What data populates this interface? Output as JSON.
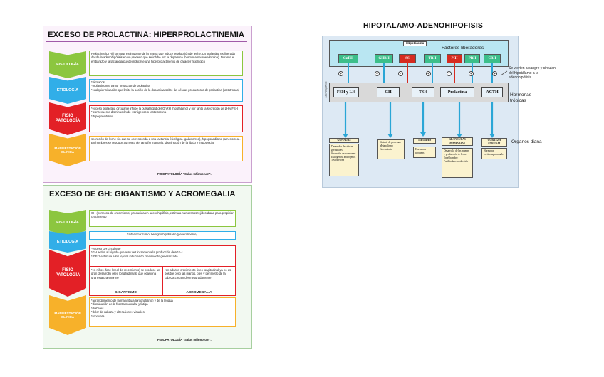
{
  "prolactina": {
    "title": "EXCESO DE PROLACTINA: HIPERPROLACTINEMIA",
    "rows": [
      {
        "label": "FISIOLOGÍA",
        "text": "Prolactina (LTH) hormona estimulante de la mama que induce producción de leche. La prolactina es liberada desde la adenohipófisis en un proceso que se inhibe por la dopamina (hormona neuroendocrina). Durante el embarazo y la lactancia puede inducirse una hiperprolactinemia de carácter fisiológico"
      },
      {
        "label": "ETIOLOGÍA",
        "text": "*fármacos\n*prolactinoma, tumor productor de prolactina\n*cualquier situación que limite la acción de la dopamina sobre las células productoras de prolactina (lactotropas)"
      },
      {
        "label": "FISIO\nPATOLOGÍA",
        "text": "*exceso prolactina circulante inhibe la pulsatilidad del GnRH (hipotálamo) y por tanto la secreción de LH y FSH\n* consecuente disminución de estrógenos o testosterona\n* hipogonadismo"
      },
      {
        "label": "MANIFESTACIÓN\nCLÍNICA",
        "text": "secreción de leche sin que se corresponda a una lactancia fisiológica (galactorrea), hipogonadismo (amenorrea).\nEn hombres se produce aumento del tamaño mamario, disminución de la libido e impotencia"
      }
    ],
    "footer": "FISIOPATOLOGÍA \"Salus Infirmorum\"."
  },
  "gh": {
    "title": "EXCESO  DE GH: GIGANTISMO Y ACROMEGALIA",
    "rows": [
      {
        "label": "FISIOLOGÍA",
        "text": "GH (hormona de crecimiento) producida en adenohipófisis, estimula numerosos tejidos diana para propiciar crecimiento"
      },
      {
        "label": "ETIOLOGÍA",
        "text": "*adenoma: tumor benigno hipofisario (generalmente)"
      },
      {
        "label": "FISIO\nPATOLOGÍA",
        "text": "*exceso GH circulante\n*GH activa al hígado que a su vez incrementa la producción de IGF-1\n*IGF-1 estimula a los tejidos induciendo crecimiento generalizado"
      },
      {
        "label": "MANIFESTACIÓN\nCLÍNICA",
        "text": "*agrandamiento de la mandíbula (prognatismo) y de la lengua\n*disminución de la fuerza muscular y fatiga\n*diabetes\n*dolor de cabeza y alteraciones visuales\n*ronquera"
      }
    ],
    "children": "*en niños (fase lineal de crecimiento) se produce un gran desarrollo óseo longitudinal lo que ocasiona una estatura enorme",
    "adults": "*en adultos crecimiento óseo longitudinal ya no es posible pero las manos, pies y perímetro de la cabeza crecen desmesuradamente",
    "gigantismo": "GIGANTISMO",
    "acromegalia": "ACROMEGALIA",
    "footer": "FISIOPATOLOGÍA \"Salus Infirmorum\"."
  },
  "diagram": {
    "title": "HIPOTALAMO-ADENOHIPOFISIS",
    "hipotalamo_label": "Hipotálamo",
    "factores_label": "Factores liberadores",
    "factors": [
      {
        "name": "GnRH",
        "color": "#3cbf8a"
      },
      {
        "name": "GHRH",
        "color": "#3cbf8a"
      },
      {
        "name": "SS",
        "color": "#d62b1f"
      },
      {
        "name": "TRH",
        "color": "#3cbf8a"
      },
      {
        "name": "PIH",
        "color": "#d62b1f"
      },
      {
        "name": "PRH",
        "color": "#3cbf8a"
      },
      {
        "name": "CRH",
        "color": "#3cbf8a"
      }
    ],
    "signs": [
      "+",
      "+",
      "-",
      "+",
      "-",
      "+",
      "+"
    ],
    "adenohipofisis_label": "adenohipófisis",
    "side_note": "Se vierten a sangre y circulan del hipotálamo a la adenohipófisis",
    "hormones": [
      "FSH y LH",
      "GH",
      "TSH",
      "Prolactina",
      "ACTH"
    ],
    "hormonas_label": "Hormonas\ntrópicas",
    "organos_label": "Órganos diana",
    "targets": [
      {
        "name": "GONADAS",
        "text": "Desarrollo de células germinales\nSecreción de hormonas:\nEstrógenos, andrógenos\nTestosterona"
      },
      {
        "name": "",
        "text": "Síntesis de proteínas\nMetabolismo\nCrecimiento"
      },
      {
        "name": "TIROIDES",
        "text": "Hormonas tiroideas"
      },
      {
        "name": "GLÁNDULAS MAMARIAS",
        "text": "Desarrollo de las mamas y producción de leche.\nEn el hombre:\nFacilita la reproducción"
      },
      {
        "name": "CORTEZA ADRENAL",
        "text": "Hormonas corticosuprarrenales"
      }
    ]
  }
}
